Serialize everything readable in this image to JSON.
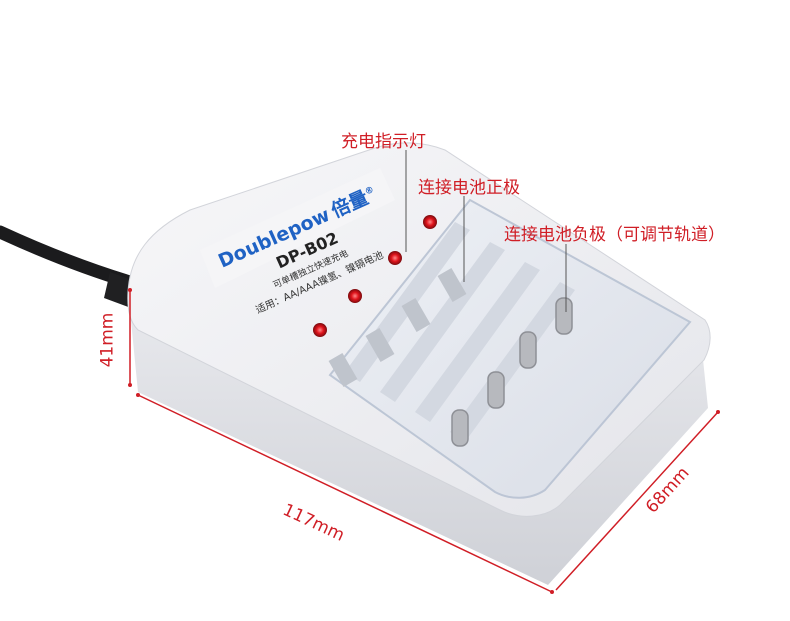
{
  "product": {
    "brand": "Doublepow",
    "brand_cn": "倍量",
    "registered": "®",
    "model": "DP-B02",
    "feature_line": "可单槽独立快速充电",
    "usage_line": "适用：AA/AAA镍氢、镍镉电池"
  },
  "annotations": {
    "charge_indicator": "充电指示灯",
    "positive_terminal": "连接电池正极",
    "negative_terminal": "连接电池负极（可调节轨道）"
  },
  "dimensions": {
    "height": "41mm",
    "length": "117mm",
    "width": "68mm"
  },
  "colors": {
    "annotation_red": "#d01e26",
    "brand_blue": "#1f62c4",
    "led_red": "#e0141c"
  }
}
